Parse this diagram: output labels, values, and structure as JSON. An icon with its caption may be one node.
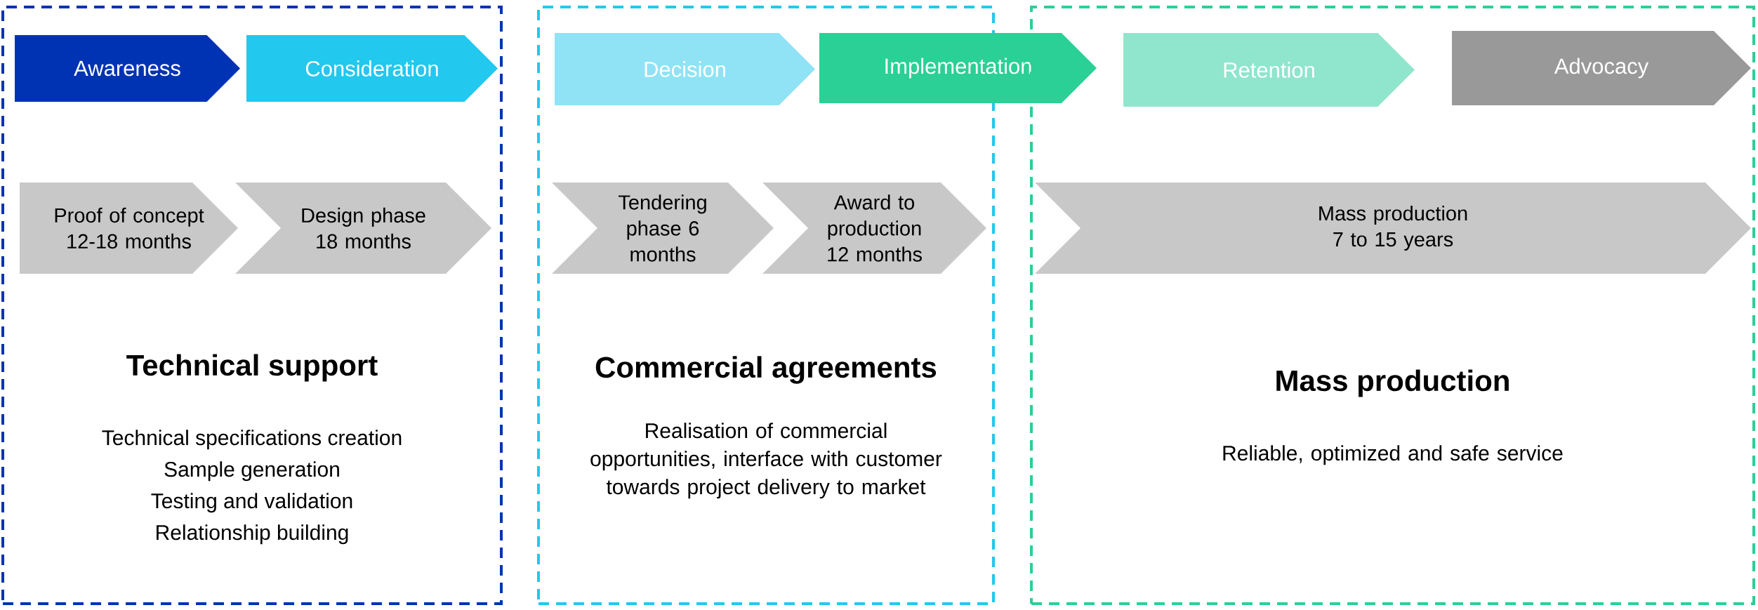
{
  "diagram": {
    "nodes": [
      {
        "text": [
          "Technical support",
          "Technical specifications creation",
          "Sample generation",
          "Testing and validation",
          "Relationship building"
        ]
      },
      {
        "text": [
          "Awareness"
        ],
        "in": 0
      },
      {
        "text": [
          "Consideration"
        ],
        "in": 0
      },
      {
        "text": [
          "Proof of concept 12-18 months"
        ],
        "in": 0
      },
      {
        "text": [
          "Design phase 18 months"
        ],
        "in": 0
      },
      {
        "text": [
          "Commercial agreements",
          "Realisation of commercial opportunities, interface with customer towards project delivery to market"
        ]
      },
      {
        "text": [
          "Decision"
        ],
        "in": 5
      },
      {
        "text": [
          "Implementation"
        ]
      },
      {
        "text": [
          "Tendering phase 6 months"
        ],
        "in": 5
      },
      {
        "text": [
          "Award to production 12 months"
        ],
        "in": 5
      },
      {
        "text": [
          "Mass production",
          "Reliable, optimized and safe service"
        ]
      },
      {
        "text": [
          "Retention"
        ],
        "in": 10
      },
      {
        "text": [
          "Advocacy"
        ],
        "in": 10
      },
      {
        "text": [
          "Mass production 7 to 15 years"
        ],
        "in": 10
      }
    ]
  }
}
